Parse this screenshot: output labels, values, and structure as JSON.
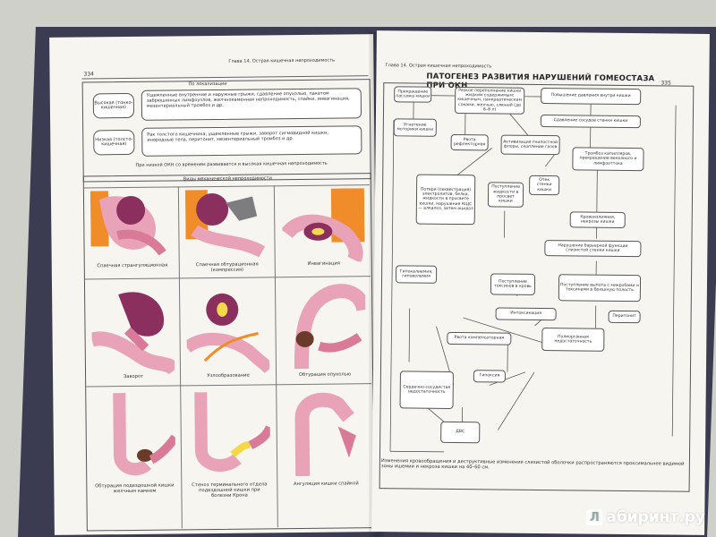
{
  "left_page": {
    "page_number": "334",
    "chapter": "Глава 14. Острая кишечная непроходимость",
    "top_box": {
      "title": "По локализации",
      "rows": [
        {
          "tag": "Высокая (тонко-кишечная)",
          "text": "Ущемленные внутренние и наружные грыжи, сдавление опухолью, пакетом забрюшинных лимфоузлов, желчнокаменная непроходимость, спайки, инвагинация, мезентериальный тромбоз и др."
        },
        {
          "tag": "Низкая (толсто-кишечная)",
          "text": "Рак толстого кишечника, ущемленные грыжи, заворот сигмовидной кишки, инородные тела, перитонит, мезентериальный тромбоз и др."
        }
      ],
      "footer": "При низкой ОКН со временем развивается и высокая кишечная непроходимость"
    },
    "types_box": {
      "title": "Виды механической непроходимости",
      "captions": [
        "Спаечная странгуляционная",
        "Спаечная обтурационная (компрессия)",
        "Инвагинация",
        "Заворот",
        "Узлообразование",
        "Обтурация опухолью",
        "Обтурация подвздошной кишки желчным камнем",
        "Стеноз терминального отдела подвздошной кишки при болезни Крона",
        "Ангуляция кишки спайкой"
      ]
    }
  },
  "right_page": {
    "page_number": "335",
    "chapter": "Глава 14. Острая кишечная непроходимость",
    "title": "ПАТОГЕНЕЗ РАЗВИТИЯ НАРУШЕНИЙ ГОМЕОСТАЗА ПРИ ОКН",
    "nodes": {
      "n1": "Прекращение пассажа кишки",
      "n2": "Резкое переполнение кишки жидким содержимым: кишечным, панкреатическим соками, желчью, слюной (до 6–8 л)",
      "n3": "Повышение давления внутри кишки",
      "n4": "Угнетение моторики кишки",
      "n5": "Сдавление сосудов стенки кишки",
      "n6": "Рвота рефлекторная",
      "n7": "Активизация гнилостной флоры, скопление газов",
      "n8": "Тромбоз капилляров, прекращение венозного и лимфооттока",
      "n9": "Потери (секвестрация) электролитов, белка, жидкости в просвете кишки, нарушения КЩС — алкалоз, затем ацидоз",
      "n10": "Поступление жидкости в просвет кишки",
      "n11": "Отек стенки кишки",
      "n12": "Кровоизлияния, некрозы кишки",
      "n13": "Нарушение барьерной функции слизистой стенки кишки",
      "n14": "Гипокалиемия, гиповолемия",
      "n15": "Поступление токсинов в кровь",
      "n16": "Поступление выпота с микробами и токсинами в брюшную полость",
      "n17": "Интоксикация",
      "n18": "Перитонит",
      "n19": "Рвота компенсаторная",
      "n20": "Полиорганная недостаточность",
      "n21": "Сердечно-сосудистая недостаточность",
      "n22": "Гипоксия",
      "n23": "ДВС"
    },
    "bottom_note": "Изменения кровообращения и деструктивные изменения слизистой оболочки распространяются проксимальнее видимой зоны ишемии и некроза кишки на 40–60 см."
  },
  "watermark": {
    "badge": "Л",
    "text": "абиринт.ру"
  }
}
